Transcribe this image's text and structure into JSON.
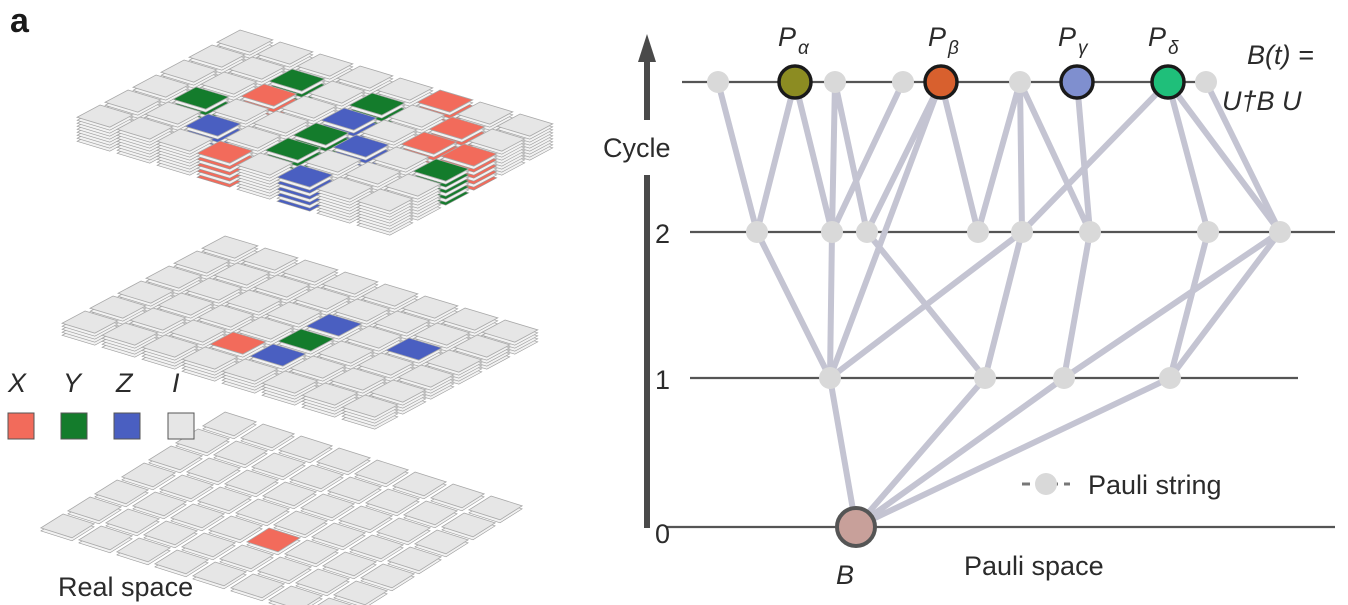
{
  "panel_label": "a",
  "real_space": {
    "label": "Real space",
    "legend": [
      {
        "symbol": "X",
        "color": "#f26b5b"
      },
      {
        "symbol": "Y",
        "color": "#147c2c"
      },
      {
        "symbol": "Z",
        "color": "#4a5fc1"
      },
      {
        "symbol": "I",
        "color": "#e6e6e6"
      }
    ],
    "layers": [
      {
        "name": "bottom",
        "highlighted": [
          {
            "row": 4,
            "col": 4,
            "op": "X"
          }
        ]
      },
      {
        "name": "middle",
        "highlighted": [
          {
            "row": 2,
            "col": 4,
            "op": "Z"
          },
          {
            "row": 2,
            "col": 6,
            "op": "Z"
          },
          {
            "row": 3,
            "col": 4,
            "op": "Y"
          },
          {
            "row": 4,
            "col": 3,
            "op": "X"
          },
          {
            "row": 4,
            "col": 4,
            "op": "Z"
          }
        ]
      },
      {
        "name": "top",
        "highlighted": [
          {
            "row": 0,
            "col": 5,
            "op": "X"
          },
          {
            "row": 1,
            "col": 2,
            "op": "Y"
          },
          {
            "row": 1,
            "col": 4,
            "op": "Y"
          },
          {
            "row": 1,
            "col": 6,
            "op": "X"
          },
          {
            "row": 2,
            "col": 7,
            "op": "X"
          },
          {
            "row": 2,
            "col": 2,
            "op": "X"
          },
          {
            "row": 2,
            "col": 4,
            "op": "Z"
          },
          {
            "row": 2,
            "col": 6,
            "op": "X"
          },
          {
            "row": 3,
            "col": 1,
            "op": "Y"
          },
          {
            "row": 3,
            "col": 4,
            "op": "Y"
          },
          {
            "row": 3,
            "col": 5,
            "op": "Z"
          },
          {
            "row": 3,
            "col": 7,
            "op": "Y"
          },
          {
            "row": 4,
            "col": 2,
            "op": "Z"
          },
          {
            "row": 4,
            "col": 4,
            "op": "Y"
          },
          {
            "row": 5,
            "col": 3,
            "op": "X"
          },
          {
            "row": 5,
            "col": 5,
            "op": "Z"
          }
        ]
      }
    ]
  },
  "pauli_space": {
    "axis_label": "Cycle",
    "space_label": "Pauli space",
    "legend_label": "Pauli string",
    "equation_line1": "B(t) =",
    "equation_line2": "U†B U",
    "root_label": "B",
    "cycle_ticks": [
      "0",
      "1",
      "2"
    ],
    "highlight_labels": [
      {
        "base": "P",
        "sub": "α",
        "color": "#8c8c22"
      },
      {
        "base": "P",
        "sub": "β",
        "color": "#d8602e"
      },
      {
        "base": "P",
        "sub": "γ",
        "color": "#7f8fcf"
      },
      {
        "base": "P",
        "sub": "δ",
        "color": "#1fbf7a"
      }
    ],
    "colors": {
      "edge": "#c4c4d2",
      "node": "#d9d9d9",
      "root_node": "#c8a09a",
      "axis": "#4a4a4a"
    }
  }
}
